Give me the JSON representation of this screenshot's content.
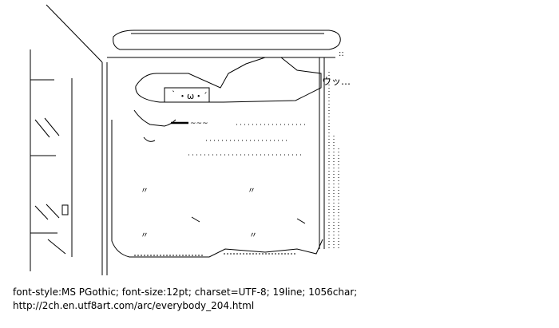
{
  "art": {
    "face_text": "｀・ω・´",
    "sound_text": "ウッ…",
    "tilde_text": "~~~",
    "hair_text": "〃",
    "line_color": "#000000",
    "background_color": "#ffffff"
  },
  "caption": {
    "meta_line": "font-style:MS PGothic; font-size:12pt; charset=UTF-8; 19line; 1056char;",
    "url": "http://2ch.en.utf8art.com/arc/everybody_204.html"
  },
  "icons": {
    "art_icon": "ascii-art-bed-scene"
  }
}
